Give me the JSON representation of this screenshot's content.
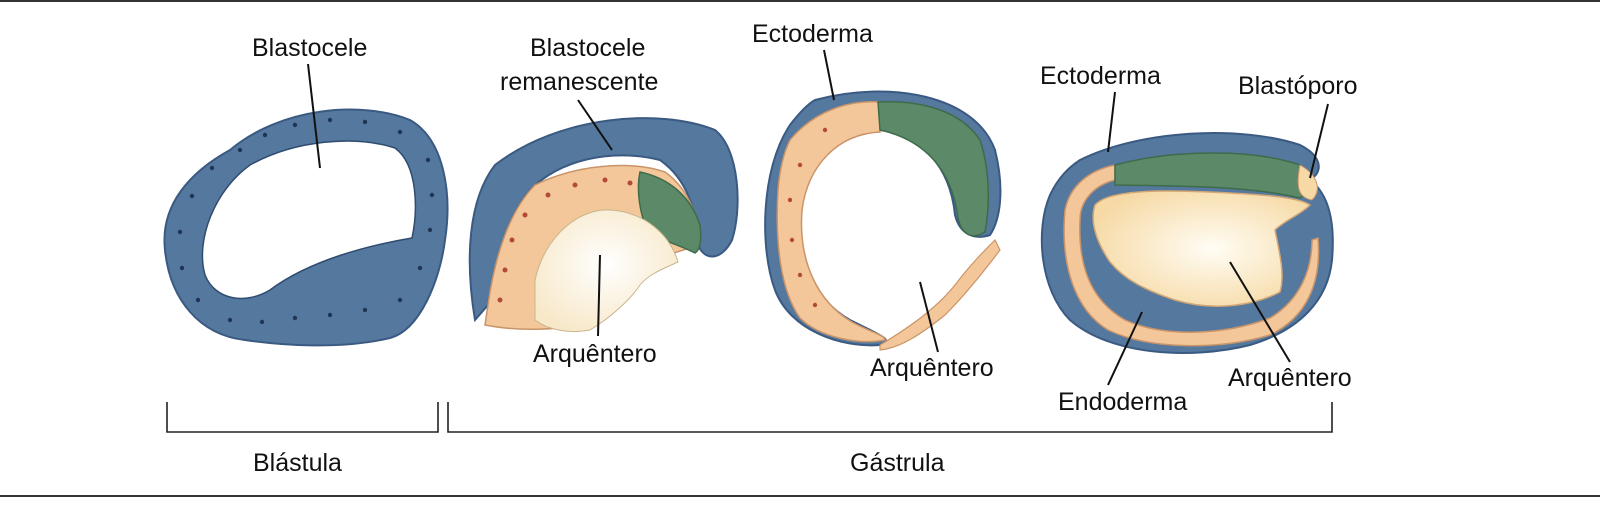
{
  "colors": {
    "ectoderm": "#55789f",
    "ectoderm_dark": "#3a5a82",
    "endoderm": "#f3c79a",
    "mesoderm": "#5c8a68",
    "yolk_cells": "#fbf3e0",
    "yolk_center": "#fff9e8",
    "cavity": "#ffffff",
    "text": "#111111"
  },
  "labels": {
    "blastocele": "Blastocele",
    "blastocele_remanescente_line1": "Blastocele",
    "blastocele_remanescente_line2": "remanescente",
    "arquentero_stage2": "Arquêntero",
    "ectoderma_stage3": "Ectoderma",
    "arquentero_stage3": "Arquêntero",
    "ectoderma_stage4": "Ectoderma",
    "blastoporo": "Blastóporo",
    "endoderma": "Endoderma",
    "arquentero_stage4": "Arquêntero"
  },
  "groups": {
    "blastula": "Blástula",
    "gastrula": "Gástrula"
  }
}
